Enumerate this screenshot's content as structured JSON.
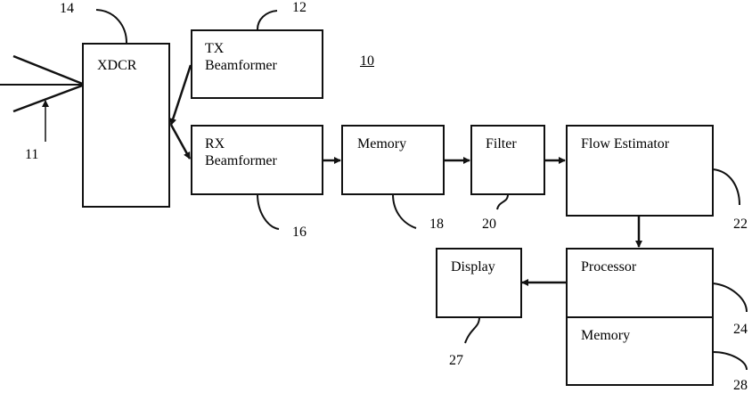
{
  "diagram": {
    "title_ref": "10",
    "blocks": {
      "xdcr": {
        "label": "XDCR",
        "ref": "14"
      },
      "tx": {
        "label": "TX\nBeamformer",
        "ref": "12"
      },
      "rx": {
        "label": "RX\nBeamformer",
        "ref": "16"
      },
      "memory": {
        "label": "Memory",
        "ref": "18"
      },
      "filter": {
        "label": "Filter",
        "ref": "20"
      },
      "flow": {
        "label": "Flow Estimator",
        "ref": "22"
      },
      "processor": {
        "label": "Processor",
        "ref": "24"
      },
      "memory2": {
        "label": "Memory",
        "ref": "28"
      },
      "display": {
        "label": "Display",
        "ref": "27"
      }
    },
    "beam_ref": "11",
    "connections": [
      {
        "from": "tx",
        "to": "xdcr"
      },
      {
        "from": "xdcr",
        "to": "rx"
      },
      {
        "from": "rx",
        "to": "memory"
      },
      {
        "from": "memory",
        "to": "filter"
      },
      {
        "from": "filter",
        "to": "flow"
      },
      {
        "from": "flow",
        "to": "processor"
      },
      {
        "from": "processor",
        "to": "display"
      }
    ]
  }
}
